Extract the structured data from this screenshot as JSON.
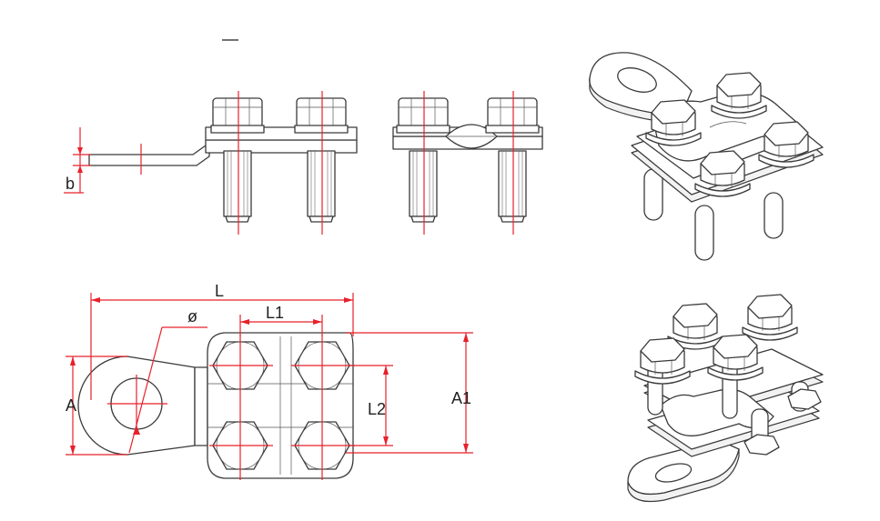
{
  "dimensions": {
    "b": "b",
    "L": "L",
    "phi": "ø",
    "L1": "L1",
    "L2": "L2",
    "A": "A",
    "A1": "A1"
  },
  "colors": {
    "dimension_line": "#e8202a",
    "outline": "#3a3a3a",
    "background": "#ffffff"
  }
}
